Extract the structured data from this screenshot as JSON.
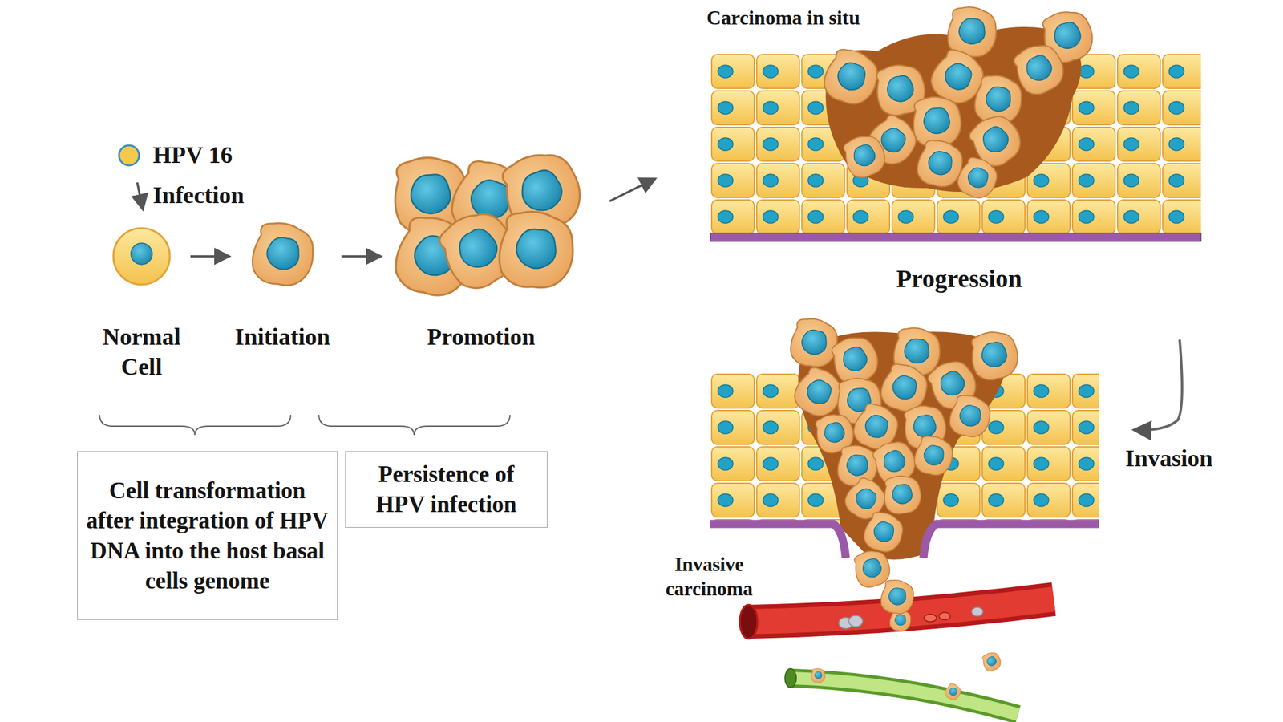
{
  "diagram": {
    "nodes": [
      {
        "text": [
          "Cell transformation after integration of HPV DNA into the host basal cells genome"
        ]
      },
      {
        "text": [
          "Persistence of HPV infection"
        ]
      }
    ],
    "labels": [
      "HPV 16",
      "Infection",
      "Normal Cell",
      "Initiation",
      "Promotion",
      "Carcinoma in situ",
      "Progression",
      "Invasion",
      "Invasive carcinoma"
    ]
  }
}
